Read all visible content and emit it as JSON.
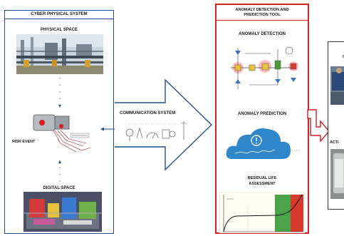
{
  "cyber_physical": {
    "title": "CYBER PHYSICAL SYSTEM",
    "physical_space": "PHYSICAL SPACE",
    "risk_event": "RISK EVENT",
    "digital_space": "DIGITAL SPACE"
  },
  "communication": {
    "title": "COMMUNICATION SYSTEM"
  },
  "anomaly_panel": {
    "title_line1": "ANOMALY DETECTION AND",
    "title_line2": "PREDICTION TOOL",
    "detection": "ANOMALY DETECTION",
    "prediction": "ANOMALY PREDICTION",
    "residual_line1": "RESIDUAL LIFE",
    "residual_line2": "ASSESSMENT"
  },
  "right_panel": {
    "label_c": "C",
    "label_acti": "ACTI"
  },
  "colors": {
    "frame_blue": "#1f4f8f",
    "frame_red": "#d62020",
    "cloud_blue": "#2f86c8",
    "chart_green": "#4aa34a",
    "chart_red": "#d63a2a"
  }
}
